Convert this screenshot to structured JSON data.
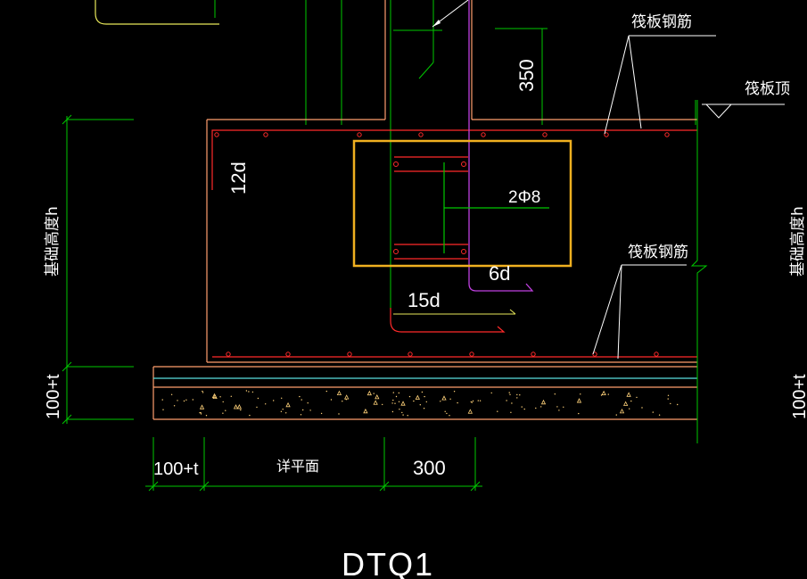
{
  "title": "DTQ1",
  "labels": {
    "raft_rebar_top": "筏板钢筋",
    "raft_top": "筏板顶",
    "raft_rebar_bottom": "筏板钢筋",
    "foundation_height_left": "基础高度h",
    "foundation_height_right": "基础高度h",
    "hundred_t_left": "100+t",
    "hundred_t_right": "100+t",
    "dim_350": "350",
    "dim_12d": "12d",
    "dim_2phi8": "2Φ8",
    "dim_6d": "6d",
    "dim_15d": "15d",
    "bottom_100t": "100+t",
    "bottom_detail": "详平面",
    "bottom_300": "300"
  },
  "colors": {
    "background": "#000000",
    "dimension": "#00c800",
    "text": "#ffffff",
    "concrete": "#ff9e6e",
    "rebar": "#ff2a2a",
    "highlight": "#f0b020",
    "cyan": "#59e0e0",
    "magenta": "#c040e0",
    "yellow": "#e8e85a"
  }
}
